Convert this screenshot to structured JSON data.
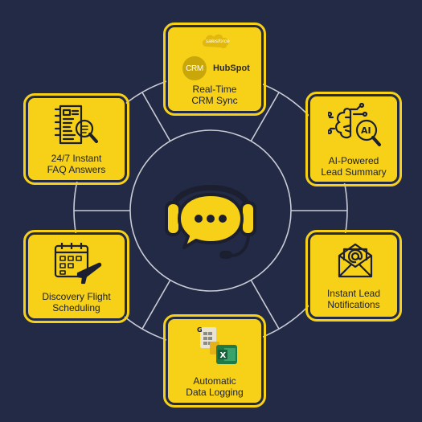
{
  "colors": {
    "background": "#232a45",
    "accent": "#f7d117",
    "ring": "#c9ccd6",
    "ink": "#1b1f30"
  },
  "center": {
    "icon": "headset-chat-bubble-icon"
  },
  "nodes": [
    {
      "id": "crm-sync",
      "lines": [
        "Real-Time",
        "CRM Sync"
      ],
      "icon": "salesforce-hubspot-logos",
      "logos": {
        "salesforce": "salesforce",
        "crm": "CRM",
        "hubspot": "HubSpot"
      }
    },
    {
      "id": "ai-lead-summary",
      "lines": [
        "AI-Powered",
        "Lead Summary"
      ],
      "icon": "ai-brain-magnifier-icon",
      "badge": "AI"
    },
    {
      "id": "lead-notifications",
      "lines": [
        "Instant Lead",
        "Notifications"
      ],
      "icon": "email-envelope-icon"
    },
    {
      "id": "data-logging",
      "lines": [
        "Automatic",
        "Data Logging"
      ],
      "icon": "spreadsheet-apps-icon"
    },
    {
      "id": "flight-scheduling",
      "lines": [
        "Discovery Flight",
        "Scheduling"
      ],
      "icon": "calendar-airplane-icon"
    },
    {
      "id": "faq-answers",
      "lines": [
        "24/7 Instant",
        "FAQ Answers"
      ],
      "icon": "document-search-icon"
    }
  ]
}
